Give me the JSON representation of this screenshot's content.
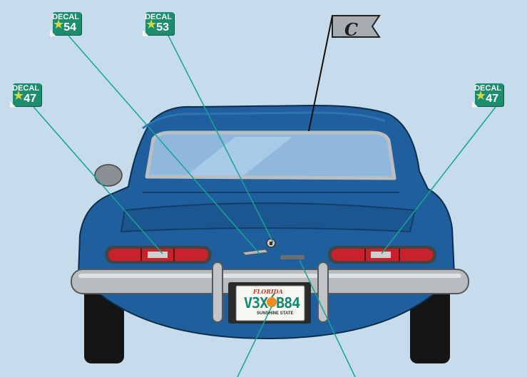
{
  "flag": {
    "letter": "C"
  },
  "decals": [
    {
      "word": "DECAL",
      "number": "54"
    },
    {
      "word": "DECAL",
      "number": "53"
    },
    {
      "word": "DECAL",
      "number": "47"
    },
    {
      "word": "DECAL",
      "number": "47"
    }
  ],
  "plate": {
    "state": "FLORIDA",
    "number": "V3X",
    "number2": "B84",
    "slogan": "SUNSHINE STATE"
  },
  "colors": {
    "background": "#c6dcec",
    "car_body": "#1f5f9d",
    "leader_line": "#17a394",
    "decal": "#1e8c6e"
  }
}
